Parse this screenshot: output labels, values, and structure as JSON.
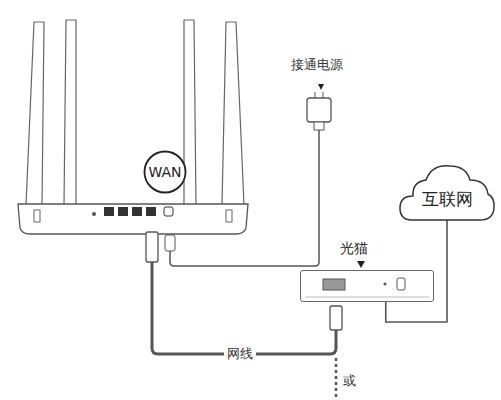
{
  "diagram": {
    "nodes": [
      {
        "text": [
          "WAN"
        ]
      },
      {
        "text": [
          "互联网"
        ]
      },
      {
        "text": [
          "光猫"
        ]
      }
    ],
    "edges": [
      {
        "from": 1,
        "to": 2,
        "arrow": "none"
      }
    ],
    "labels": [
      "接通电源",
      "网线",
      "或"
    ]
  }
}
